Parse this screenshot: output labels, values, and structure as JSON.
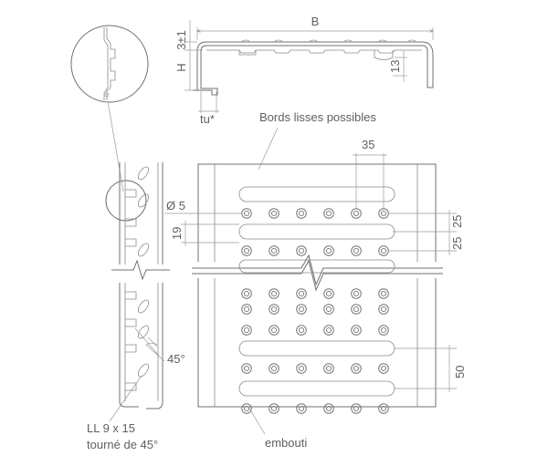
{
  "labels": {
    "dim_b": "B",
    "dim_3": "3±1",
    "dim_h": "H",
    "dim_13": "13",
    "dim_tu": "tu*",
    "bords": "Bords lisses possibles",
    "dim_35": "35",
    "dim_o5": "Ø 5",
    "dim_19": "19",
    "dim_25a": "25",
    "dim_25b": "25",
    "angle": "45°",
    "dim_50": "50",
    "ll_line1": "LL 9 x 15",
    "ll_line2": "tourné de 45°",
    "embouti": "embouti"
  }
}
